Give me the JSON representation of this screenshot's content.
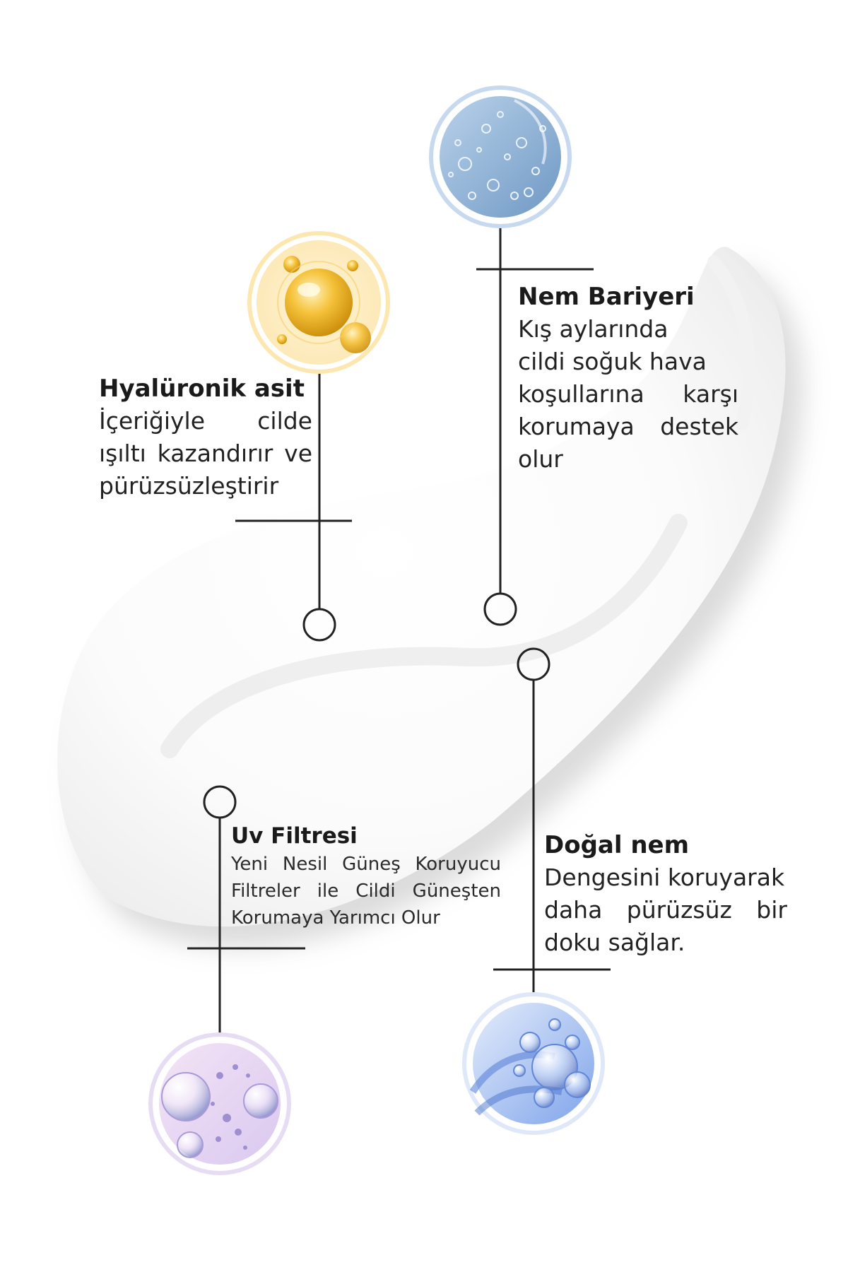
{
  "features": {
    "hyaluronic": {
      "title": "Hyalüronik asit",
      "lines": [
        "İçeriğiyle cilde",
        "ışıltı kazandırır ve",
        "pürüzsüzleştirir"
      ],
      "icon": "golden-oil-droplet-icon",
      "accent": "#f2b52a"
    },
    "moisture_barrier": {
      "title": "Nem Bariyeri",
      "lines": [
        "Kış aylarında",
        "cildi soğuk hava",
        "koşullarına karşı",
        "korumaya destek",
        "olur"
      ],
      "icon": "blue-gel-bubbles-icon",
      "accent": "#8fb3d6"
    },
    "uv_filter": {
      "title": "Uv Filtresi",
      "lines": [
        "Yeni Nesil Güneş Koruyucu",
        "Filtreler ile Cildi Güneşten",
        "Korumaya Yarımcı Olur"
      ],
      "icon": "purple-bubbles-icon",
      "accent": "#b7a4e6"
    },
    "natural_moisture": {
      "title": "Doğal nem",
      "lines": [
        "Dengesini koruyarak",
        "daha pürüzsüz bir",
        "doku sağlar."
      ],
      "icon": "blue-water-bubbles-icon",
      "accent": "#5f8fe0"
    }
  }
}
